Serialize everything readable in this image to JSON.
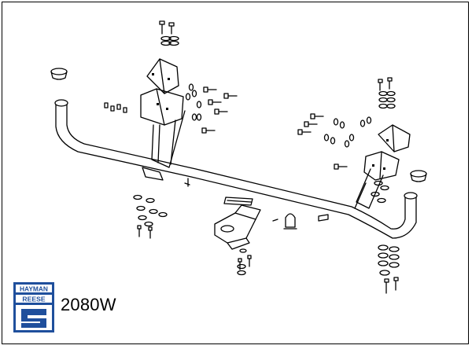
{
  "brand": {
    "line1": "HAYMAN",
    "line2": "REESE",
    "colors": {
      "primary": "#1f4f9c",
      "panel": "#ffffff"
    }
  },
  "model_code": "2080W",
  "colors": {
    "line": "#000000",
    "fill": "#ffffff"
  },
  "parts": [
    {
      "name": "crossbar-tube"
    },
    {
      "name": "left-end-cap"
    },
    {
      "name": "right-end-cap"
    },
    {
      "name": "left-mounting-bracket"
    },
    {
      "name": "right-mounting-bracket"
    },
    {
      "name": "tow-tongue"
    },
    {
      "name": "safety-chain-shackle"
    },
    {
      "name": "bolt-sets"
    }
  ]
}
